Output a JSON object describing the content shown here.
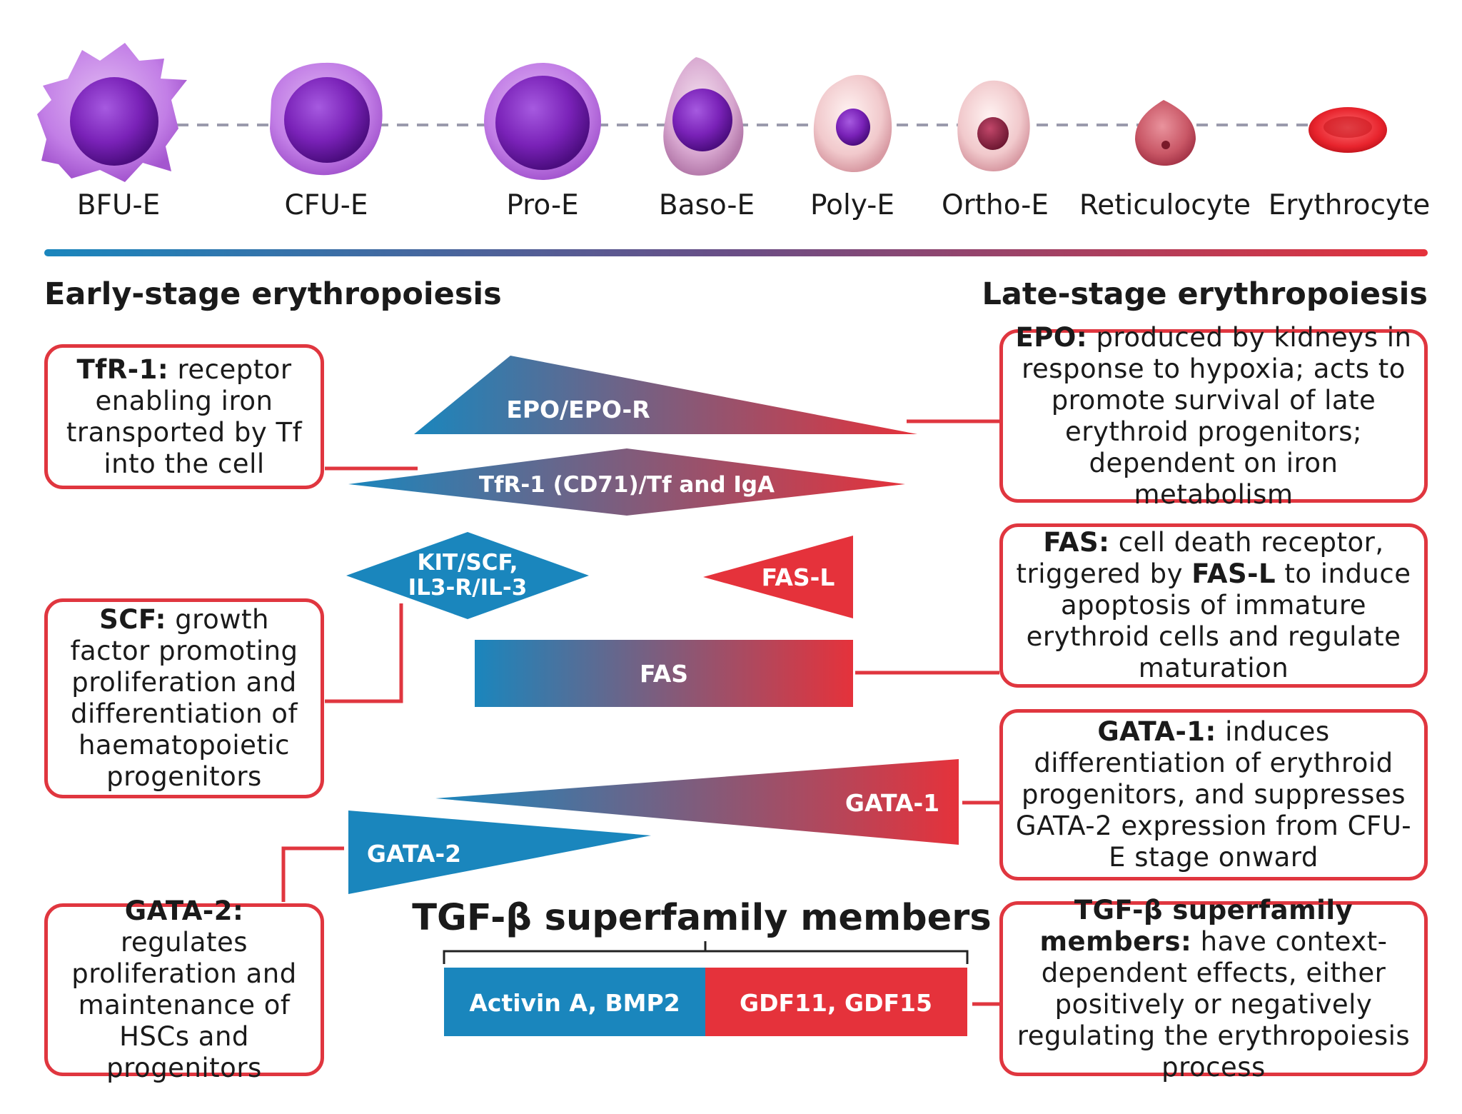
{
  "stages": [
    "BFU-E",
    "CFU-E",
    "Pro-E",
    "Baso-E",
    "Poly-E",
    "Ortho-E",
    "Reticulocyte",
    "Erythrocyte"
  ],
  "headings": {
    "early": "Early-stage erythropoiesis",
    "late": "Late-stage erythropoiesis"
  },
  "shapes": {
    "epo": "EPO/EPO-R",
    "tfr": "TfR-1 (CD71)/Tf and IgA",
    "kit_line1": "KIT/SCF,",
    "kit_line2": "IL3-R/IL-3",
    "fasl": "FAS-L",
    "fas": "FAS",
    "gata1": "GATA-1",
    "gata2": "GATA-2"
  },
  "tgf": {
    "title": "TGF-β superfamily members",
    "left_label": "Activin A, BMP2",
    "right_label": "GDF11, GDF15"
  },
  "boxes": {
    "tfr1": {
      "term": "TfR-1:",
      "text": "receptor enabling iron transported by Tf into the cell"
    },
    "scf": {
      "term": "SCF:",
      "text": "growth factor promoting proliferation and differentiation of haematopoietic progenitors"
    },
    "gata2": {
      "term": "GATA-2:",
      "text": "regulates proliferation and maintenance of HSCs and progenitors"
    },
    "epo": {
      "term": "EPO:",
      "text": "produced by kidneys in response to hypoxia; acts to promote survival of late erythroid progenitors; dependent on iron metabolism"
    },
    "fas": {
      "term": "FAS:",
      "text_a": "cell death receptor, triggered by",
      "term2": "FAS-L",
      "text_b": "to induce apoptosis of immature erythroid cells and regulate maturation"
    },
    "gata1": {
      "term": "GATA-1:",
      "text": "induces differentiation of erythroid progenitors, and suppresses GATA-2 expression from CFU-E stage onward"
    },
    "tgf": {
      "term": "TGF-β superfamily members:",
      "text": "have context-dependent effects, either positively or negatively regulating the erythropoiesis process"
    }
  },
  "colors": {
    "blue": "#1a86bd",
    "red": "#e5323b",
    "box_border": "#e0363f",
    "dash": "#9a9aac"
  }
}
